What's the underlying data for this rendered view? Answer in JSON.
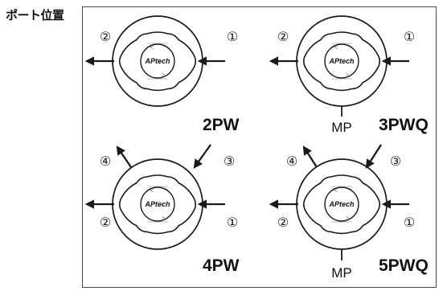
{
  "title": "ポート位置",
  "logo_text": "APtech",
  "mp_label": "MP",
  "models": [
    {
      "label": "2PW",
      "ports": [
        "①",
        "②"
      ],
      "has_mp": false
    },
    {
      "label": "3PWQ",
      "ports": [
        "①",
        "②"
      ],
      "has_mp": true
    },
    {
      "label": "4PW",
      "ports": [
        "①",
        "②",
        "③",
        "④"
      ],
      "has_mp": false
    },
    {
      "label": "5PWQ",
      "ports": [
        "①",
        "②",
        "③",
        "④"
      ],
      "has_mp": true
    }
  ],
  "colors": {
    "line": "#1a1a1a",
    "frame": "#4a4a4a",
    "background": "#ffffff"
  }
}
